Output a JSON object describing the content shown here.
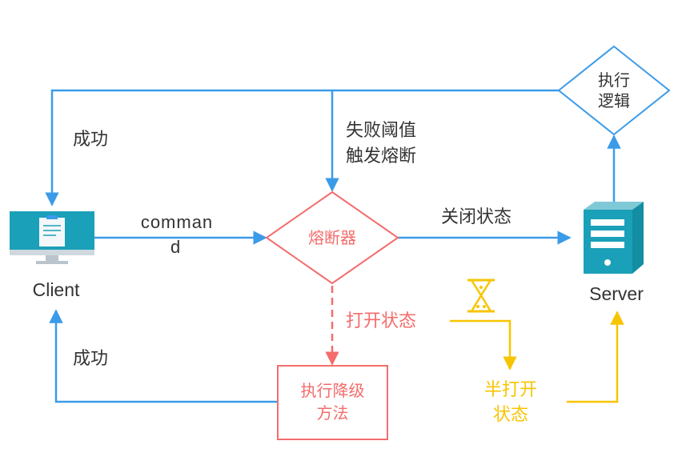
{
  "colors": {
    "blue": "#3b9be8",
    "red": "#f46c6c",
    "yellow": "#f7c500",
    "teal": "#1aa0b8",
    "text": "#333333"
  },
  "nodes": {
    "client": {
      "label": "Client",
      "icon": "monitor-icon"
    },
    "breaker": {
      "label": "熔断器"
    },
    "server": {
      "label": "Server",
      "icon": "server-icon"
    },
    "exec_logic": {
      "line1": "执行",
      "line2": "逻辑"
    },
    "fallback": {
      "line1": "执行降级",
      "line2": "方法"
    },
    "half_open": {
      "line1": "半打开",
      "line2": "状态"
    },
    "hourglass": {
      "icon": "hourglass-icon"
    }
  },
  "edges": {
    "command": {
      "line1": "comman",
      "line2": "d"
    },
    "closed_state": "关闭状态",
    "open_state": "打开状态",
    "threshold": {
      "line1": "失败阈值",
      "line2": "触发熔断"
    },
    "success_top": "成功",
    "success_bottom": "成功"
  }
}
